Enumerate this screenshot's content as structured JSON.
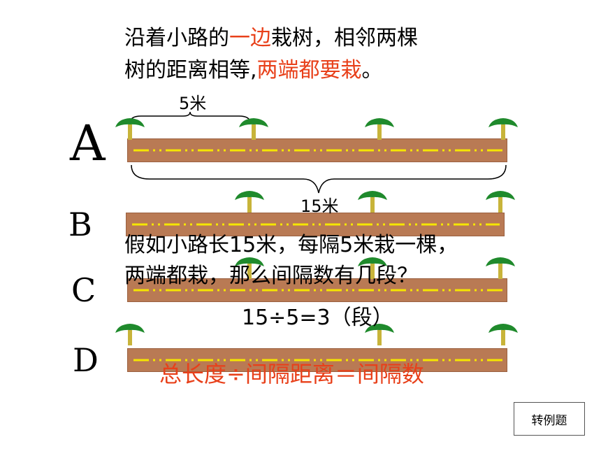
{
  "intro": {
    "line1_a": "沿着小路的",
    "line1_b": "一边",
    "line1_c": "栽树，相邻两棵",
    "line2_a": "树的距离相等,",
    "line2_b": "两端都要栽",
    "line2_c": "。"
  },
  "measure": {
    "gap": "5米",
    "total": "15米"
  },
  "rows": [
    "A",
    "B",
    "C",
    "D"
  ],
  "question": {
    "line1": "假如小路长15米，每隔5米栽一棵，",
    "line2": "两端都栽，那么间隔数有几段？"
  },
  "calc": "15÷5=3（段）",
  "formula": "总长度÷间隔距离＝间隔数",
  "button": {
    "label": "转例题"
  },
  "colors": {
    "road": "#b97a54",
    "dash": "#f5e600",
    "tree_top": "#1f8a2c",
    "trunk": "#c8b43a",
    "red": "#e8401a"
  }
}
